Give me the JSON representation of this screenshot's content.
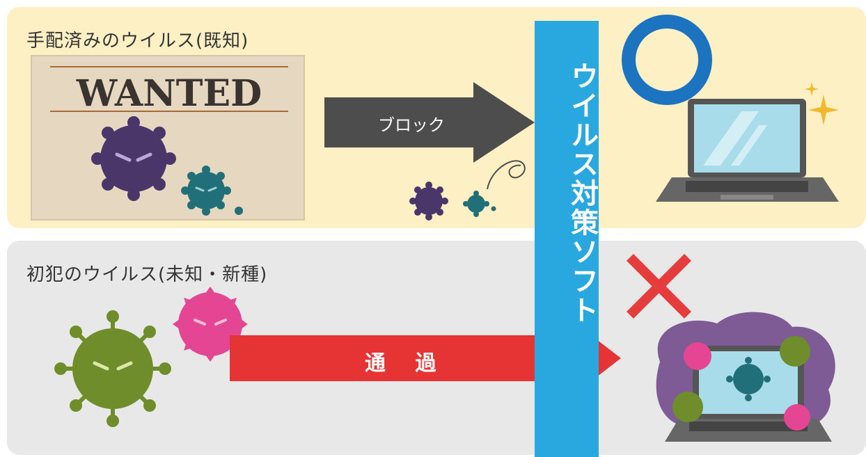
{
  "known": {
    "heading": "手配済みのウイルス(既知)",
    "poster_text": "WANTED",
    "arrow_label": "ブロック",
    "result_icon": "circle-ok-icon"
  },
  "unknown": {
    "heading": "初犯のウイルス(未知・新種)",
    "arrow_label": "通 過",
    "result_icon": "cross-ng-icon"
  },
  "antivirus_bar": {
    "label": "ウイルス対策ソフト"
  },
  "colors": {
    "top_panel": "#fdf0c4",
    "bottom_panel": "#e8e8e9",
    "bar": "#29a8e0",
    "block_arrow": "#4d4d4d",
    "pass_arrow": "#e63333",
    "ok_circle": "#1c73c0",
    "ng_cross": "#e63c3c"
  }
}
